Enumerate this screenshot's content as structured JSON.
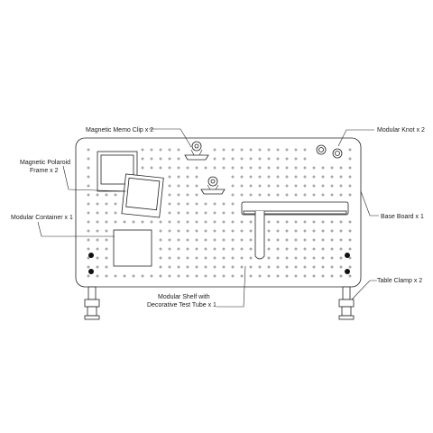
{
  "labels": {
    "memo_clip": "Magnetic Memo Clip x 2",
    "polaroid_l1": "Magnetic Polaroid",
    "polaroid_l2": "Frame x 2",
    "container": "Modular Container x 1",
    "shelf_l1": "Modular Shelf with",
    "shelf_l2": "Decorative Test Tube x 1",
    "knot": "Modular Knot x 2",
    "base": "Base Board x 1",
    "clamp": "Table Clamp x 2"
  }
}
